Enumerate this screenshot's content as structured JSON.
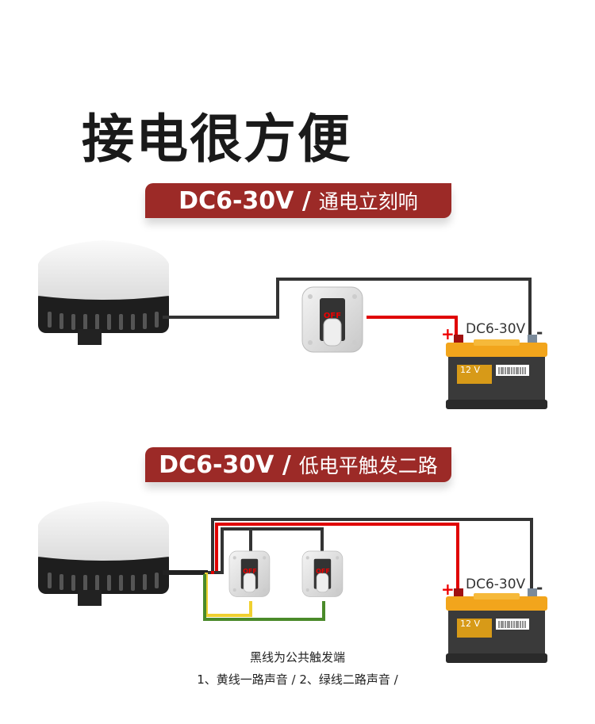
{
  "title": "接电很方便",
  "section1": {
    "banner_main": "DC6-30V /",
    "banner_sub": "通电立刻响",
    "battery_voltage": "DC6-30V",
    "battery_label": "12 V",
    "plus": "+",
    "minus": "-",
    "switch_label": "OFF"
  },
  "section2": {
    "banner_main": "DC6-30V /",
    "banner_sub": "低电平触发二路",
    "battery_voltage": "DC6-30V",
    "battery_label": "12 V",
    "plus": "+",
    "minus": "-",
    "switch_label": "OFF",
    "note_line1": "黑线为公共触发端",
    "note_line2": "1、黄线一路声音 / 2、绿线二路声音 /"
  },
  "colors": {
    "banner": "#9c2a27",
    "wire_red": "#e00000",
    "wire_black": "#333333",
    "wire_yellow": "#f0d030",
    "wire_green": "#4a8a2a",
    "battery_top": "#f0a020"
  }
}
